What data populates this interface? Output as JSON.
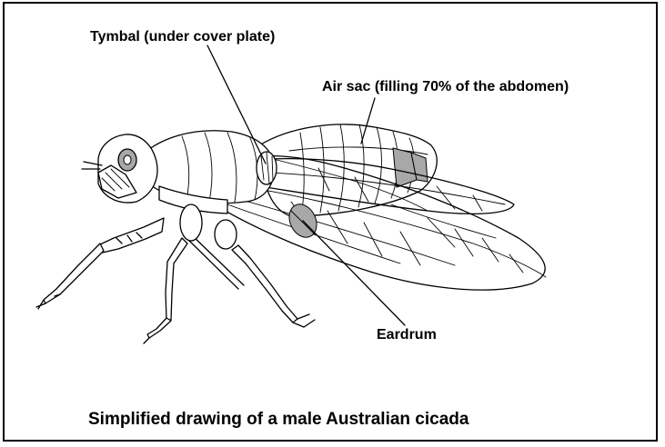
{
  "labels": {
    "tymbal": "Tymbal (under cover plate)",
    "air_sac": "Air sac (filling 70% of the abdomen)",
    "eardrum": "Eardrum"
  },
  "caption": "Simplified drawing of a male Australian cicada",
  "colors": {
    "line": "#000000",
    "shade": "#a8a8a8",
    "background": "#ffffff"
  }
}
